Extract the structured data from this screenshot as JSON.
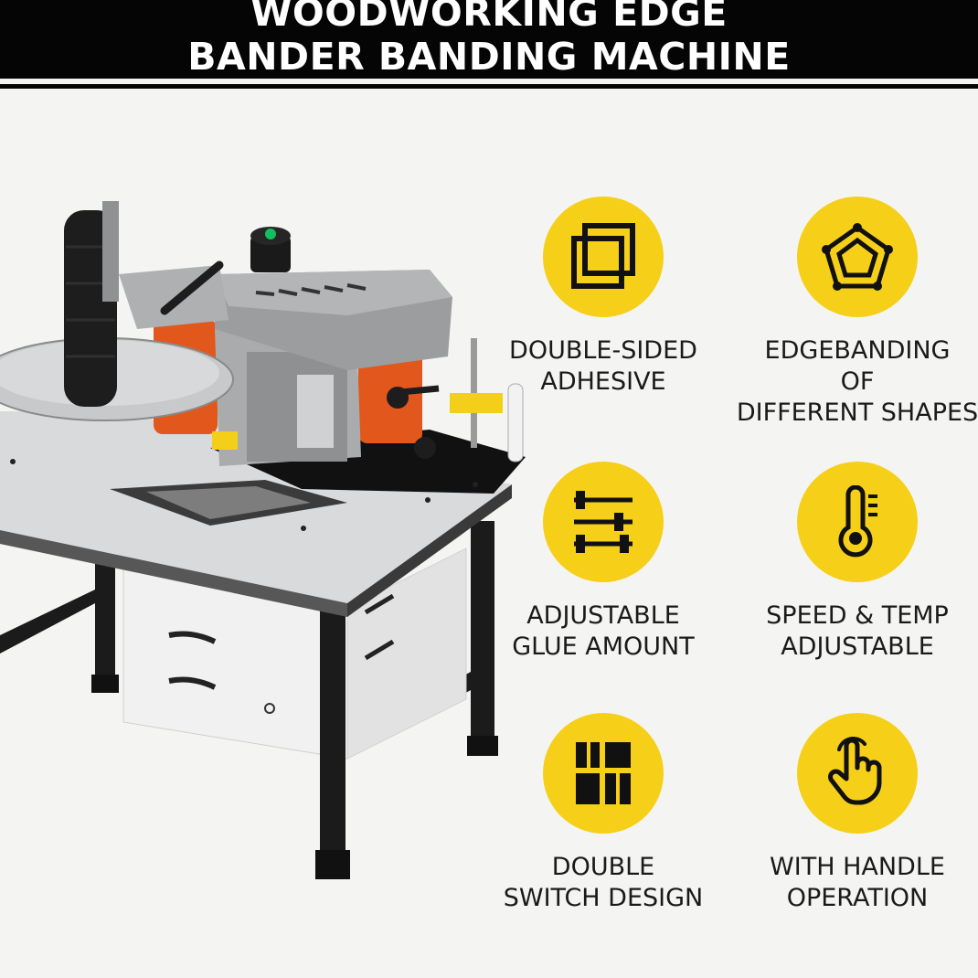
{
  "header": {
    "title_line_1": "WOODWORKING EDGE",
    "title_line_2": "BANDER BANDING MACHINE"
  },
  "colors": {
    "accent_yellow": "#f6cf18",
    "header_black": "#050505",
    "background": "#f4f4f2"
  },
  "features": [
    {
      "icon": "double-square-icon",
      "lines": [
        "DOUBLE-SIDED",
        "ADHESIVE"
      ]
    },
    {
      "icon": "pentagon-shape-icon",
      "lines": [
        "EDGEBANDING",
        "OF",
        "DIFFERENT SHAPES"
      ]
    },
    {
      "icon": "sliders-icon",
      "lines": [
        "ADJUSTABLE",
        "GLUE AMOUNT"
      ]
    },
    {
      "icon": "thermometer-icon",
      "lines": [
        "SPEED & TEMP",
        "ADJUSTABLE"
      ]
    },
    {
      "icon": "switch-blocks-icon",
      "lines": [
        "DOUBLE",
        "SWITCH DESIGN"
      ]
    },
    {
      "icon": "hand-pointer-icon",
      "lines": [
        "WITH HANDLE",
        "OPERATION"
      ]
    }
  ]
}
